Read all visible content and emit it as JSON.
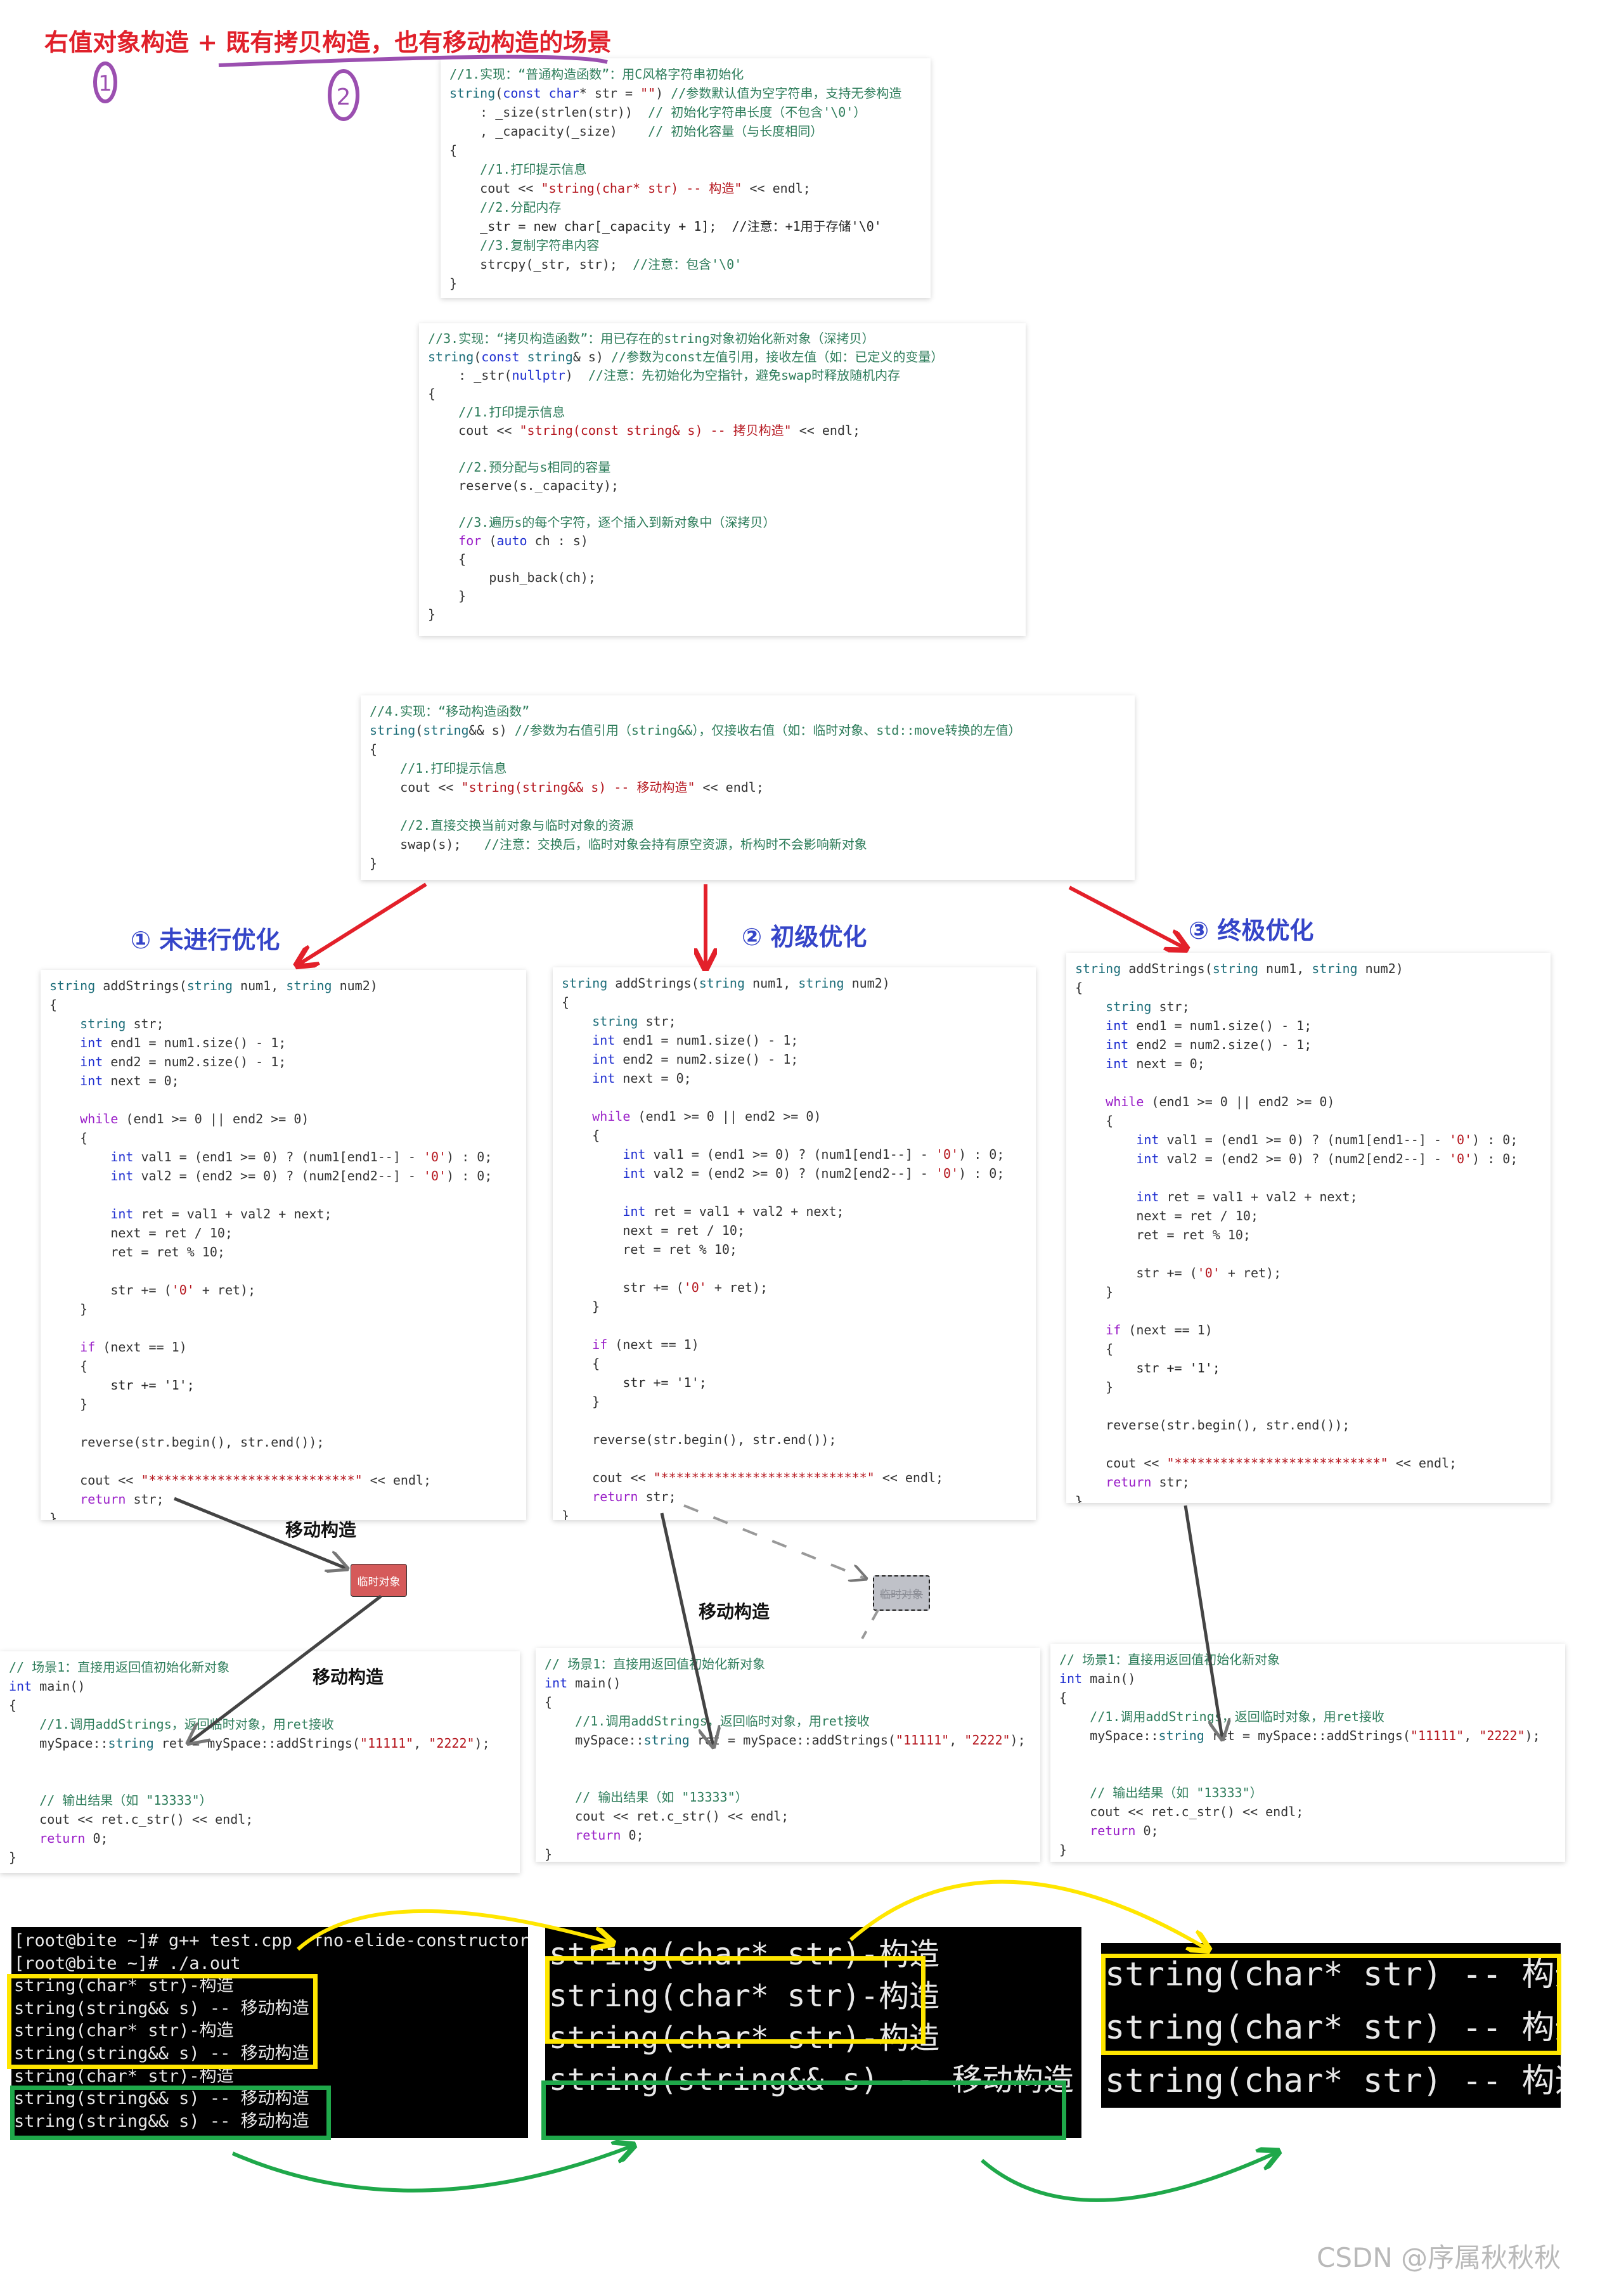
{
  "title": "右值对象构造 + 既有拷贝构造，也有移动构造的场景",
  "annotations": {
    "circle_1": "1",
    "circle_2": "2"
  },
  "colors": {
    "title": "#e0202a",
    "section_label": "#3545c8",
    "red_arrow": "#e3202a",
    "yellow_box": "#ffe600",
    "green_box": "#1fa84a",
    "purple_mark": "#9b4fb0"
  },
  "constructor_blocks": {
    "normal": [
      "//1.实现：“普通构造函数”：用C风格字符串初始化",
      "string(const char* str = \"\") //参数默认值为空字符串，支持无参构造",
      "    : _size(strlen(str))  // 初始化字符串长度（不包含'\\0'）",
      "    , _capacity(_size)    // 初始化容量（与长度相同）",
      "{",
      "    //1.打印提示信息",
      "    cout << \"string(char* str) -- 构造\" << endl;",
      "    //2.分配内存",
      "    _str = new char[_capacity + 1];  //注意：+1用于存储'\\0'",
      "    //3.复制字符串内容",
      "    strcpy(_str, str);  //注意：包含'\\0'",
      "}"
    ],
    "copy": [
      "//3.实现：“拷贝构造函数”：用已存在的string对象初始化新对象（深拷贝）",
      "string(const string& s) //参数为const左值引用，接收左值（如：已定义的变量）",
      "    : _str(nullptr)  //注意：先初始化为空指针，避免swap时释放随机内存",
      "{",
      "    //1.打印提示信息",
      "    cout << \"string(const string& s) -- 拷贝构造\" << endl;",
      "",
      "    //2.预分配与s相同的容量",
      "    reserve(s._capacity);",
      "",
      "    //3.遍历s的每个字符，逐个插入到新对象中（深拷贝）",
      "    for (auto ch : s)",
      "    {",
      "        push_back(ch);",
      "    }",
      "}"
    ],
    "move": [
      "//4.实现：“移动构造函数”",
      "string(string&& s) //参数为右值引用（string&&），仅接收右值（如：临时对象、std::move转换的左值）",
      "{",
      "    //1.打印提示信息",
      "    cout << \"string(string&& s) -- 移动构造\" << endl;",
      "",
      "    //2.直接交换当前对象与临时对象的资源",
      "    swap(s);   //注意：交换后，临时对象会持有原空资源，析构时不会影响新对象",
      "}"
    ]
  },
  "sections": [
    {
      "label": "① 未进行优化"
    },
    {
      "label": "② 初级优化"
    },
    {
      "label": "③ 终极优化"
    }
  ],
  "add_strings_code": [
    "string addStrings(string num1, string num2)",
    "{",
    "    string str;",
    "    int end1 = num1.size() - 1;",
    "    int end2 = num2.size() - 1;",
    "    int next = 0;",
    "",
    "    while (end1 >= 0 || end2 >= 0)",
    "    {",
    "        int val1 = (end1 >= 0) ? (num1[end1--] - '0') : 0;",
    "        int val2 = (end2 >= 0) ? (num2[end2--] - '0') : 0;",
    "",
    "        int ret = val1 + val2 + next;",
    "        next = ret / 10;",
    "        ret = ret % 10;",
    "",
    "        str += ('0' + ret);",
    "    }",
    "",
    "    if (next == 1)",
    "    {",
    "        str += '1';",
    "    }",
    "",
    "    reverse(str.begin(), str.end());",
    "",
    "    cout << \"***************************\" << endl;",
    "    return str;",
    "}"
  ],
  "main_code": [
    "// 场景1：直接用返回值初始化新对象",
    "int main()",
    "{",
    "    //1.调用addStrings，返回临时对象，用ret接收",
    "    mySpace::string ret = mySpace::addStrings(\"11111\", \"2222\");",
    "",
    "",
    "    // 输出结果（如 \"13333\"）",
    "    cout << ret.c_str() << endl;",
    "    return 0;",
    "}"
  ],
  "flow_labels": {
    "move_construct": "移动构造",
    "temp_object": "临时对象"
  },
  "terminals": [
    [
      "[root@bite ~]# g++ test.cpp -fno-elide-constructors",
      "[root@bite ~]# ./a.out",
      "string(char* str)-构造",
      "string(string&& s) -- 移动构造",
      "string(char* str)-构造",
      "string(string&& s) -- 移动构造",
      "string(char* str)-构造",
      "string(string&& s) -- 移动构造",
      "string(string&& s) -- 移动构造"
    ],
    [
      "string(char* str)-构造",
      "string(char* str)-构造",
      "string(char* str)-构造",
      "string(string&& s) -- 移动构造"
    ],
    [
      "string(char* str) -- 构造",
      "string(char* str) -- 构造",
      "string(char* str) -- 构造"
    ]
  ],
  "watermark": "CSDN @序属秋秋秋"
}
